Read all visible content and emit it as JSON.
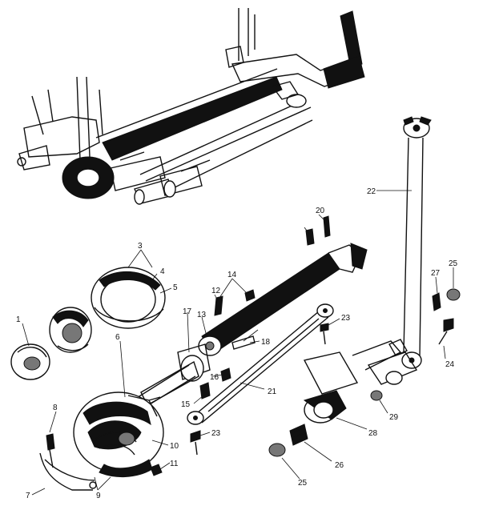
{
  "diagram": {
    "part_numbers": [
      "1",
      "3",
      "4",
      "5",
      "6",
      "7",
      "8",
      "9",
      "10",
      "11",
      "12",
      "13",
      "14",
      "15",
      "16",
      "17",
      "18",
      "20",
      "21",
      "22",
      "23",
      "23",
      "24",
      "25",
      "25",
      "26",
      "27",
      "28",
      "29"
    ]
  }
}
